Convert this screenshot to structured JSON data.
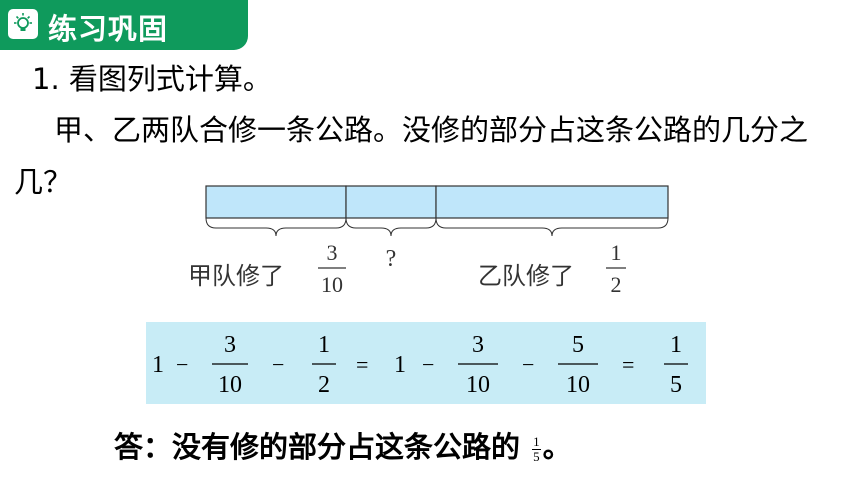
{
  "header": {
    "title": "练习巩固",
    "icon": "lightbulb-icon",
    "accent_color": "#0f9a5c"
  },
  "question": {
    "title": "1. 看图列式计算。",
    "body": "甲、乙两队合修一条公路。没修的部分占这条公路的几分之几？"
  },
  "diagram": {
    "label_a": "甲队修了",
    "frac_a_num": "3",
    "frac_a_den": "10",
    "unknown": "?",
    "label_b": "乙队修了",
    "frac_b_num": "1",
    "frac_b_den": "2",
    "bar_color": "#bfe6fa"
  },
  "formula": {
    "one_a": "1",
    "minus_a": "−",
    "f1_num": "3",
    "f1_den": "10",
    "minus_b": "−",
    "f2_num": "1",
    "f2_den": "2",
    "eq_a": "=",
    "one_b": "1",
    "minus_c": "−",
    "f3_num": "3",
    "f3_den": "10",
    "minus_d": "−",
    "f4_num": "5",
    "f4_den": "10",
    "eq_b": "=",
    "f5_num": "1",
    "f5_den": "5",
    "background": "#c8ecf6"
  },
  "answer": {
    "prefix": "答：没有修的部分占这条公路的",
    "frac_num": "1",
    "frac_den": "5",
    "suffix": "。"
  }
}
